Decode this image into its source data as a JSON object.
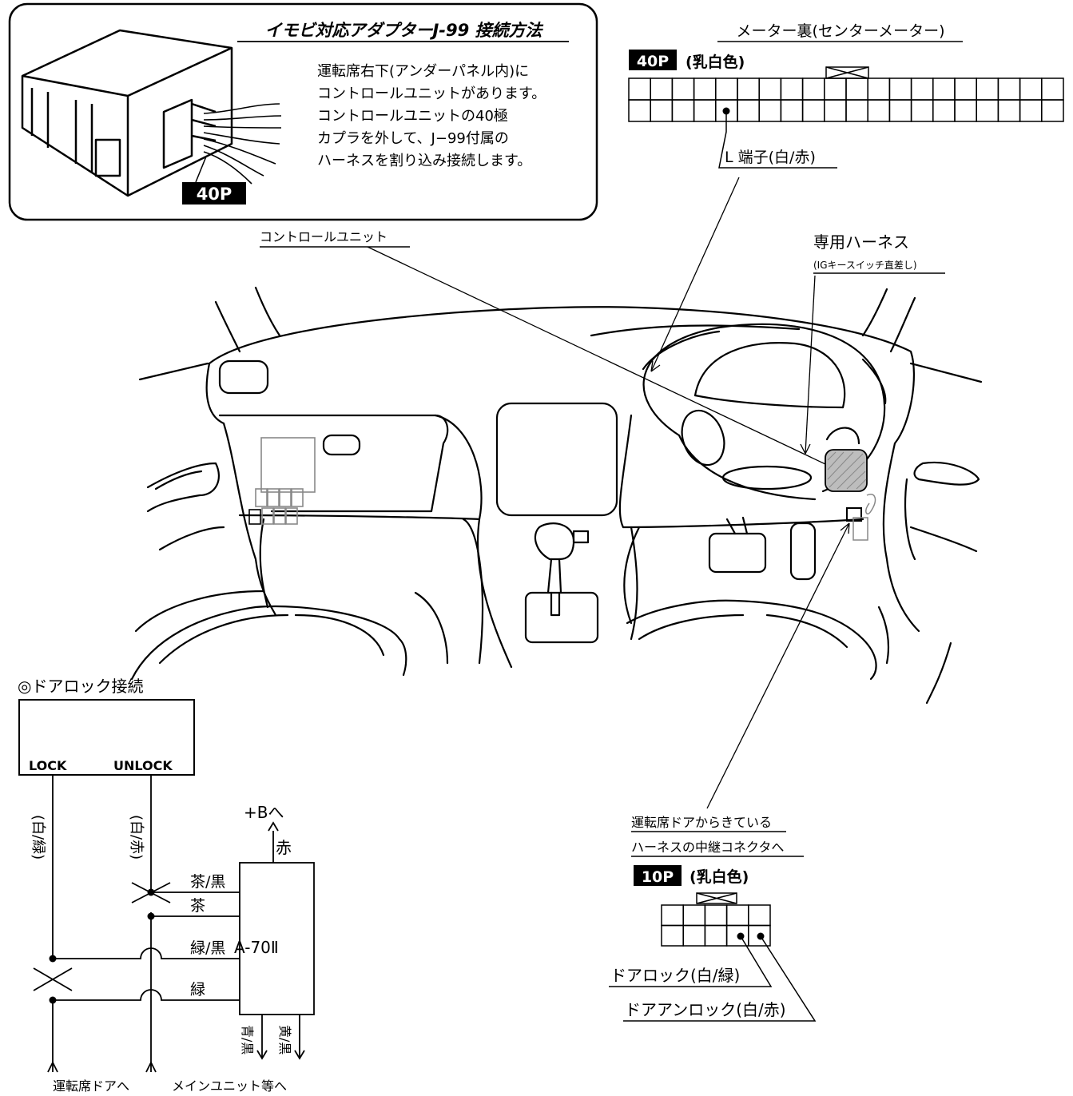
{
  "adapter_box": {
    "title": "イモビ対応アダプターJ-99 接続方法",
    "lines": [
      "運転席右下(アンダーパネル内)に",
      "コントロールユニットがあります。",
      "コントロールユニットの40極",
      "カプラを外して、J−99付属の",
      "ハーネスを割り込み接続します。"
    ],
    "connector_badge": "40P"
  },
  "control_unit_label": "コントロールユニット",
  "meter": {
    "title": "メーター裏(センターメーター)",
    "badge": "40P",
    "color": "(乳白色)",
    "terminal_label": "L 端子(白/赤)"
  },
  "harness": {
    "title": "専用ハーネス",
    "subtitle": "(IGキースイッチ直差し)"
  },
  "door_relay": {
    "line1": "運転席ドアからきている",
    "line2": "ハーネスの中継コネクタへ",
    "badge": "10P",
    "color": "(乳白色)",
    "lock_label": "ドアロック(白/緑)",
    "unlock_label": "ドアアンロック(白/赤)"
  },
  "door_lock": {
    "title": "◎ドアロック接続",
    "lock": "LOCK",
    "unlock": "UNLOCK",
    "wire_lock": "(白/緑)",
    "wire_unlock": "(白/赤)",
    "plus_b": "+Bへ",
    "red": "赤",
    "module": "A-70Ⅱ",
    "w_brown_black": "茶/黒",
    "w_brown": "茶",
    "w_green_black": "緑/黒",
    "w_green": "緑",
    "w_blue_black": "青/黒",
    "w_yellow_black": "黄/黒",
    "to_driver_door": "運転席ドアへ",
    "to_main_unit": "メインユニット等へ"
  }
}
